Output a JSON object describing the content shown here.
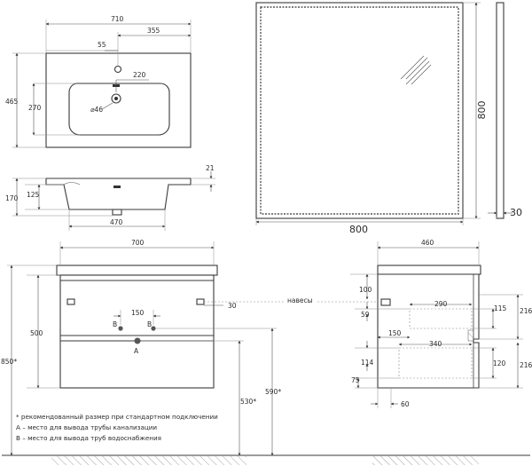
{
  "basin_top": {
    "overall_width": "710",
    "tap_offset": "55",
    "bowl_width": "355",
    "depth": "465",
    "bowl_depth": "270",
    "drain_offset": "220",
    "drain_diameter": "⌀46"
  },
  "basin_side": {
    "rim": "21",
    "height": "170",
    "bowl_height": "125",
    "bowl_length": "470"
  },
  "mirror": {
    "width": "800",
    "height": "800",
    "thickness": "30"
  },
  "cabinet_front": {
    "width": "700",
    "spacing": "150",
    "hinge_offset": "30",
    "height": "500",
    "total_height": "850*",
    "outlet_height": "530*",
    "supply_height": "590*",
    "hinges_label": "навесы",
    "marker_a": "A",
    "marker_b": "B"
  },
  "cabinet_side": {
    "depth": "460",
    "top_gap": "100",
    "drawer_gap": "59",
    "upper_inner": "290",
    "upper_height": "115",
    "upper_front": "216",
    "cut_depth": "150",
    "lower_inner": "340",
    "lower_gap": "114",
    "lower_height": "120",
    "lower_front": "216",
    "bottom_gap": "75",
    "base_offset": "60"
  },
  "notes": [
    "* рекомендованный размер при стандартном подключении",
    "A – место для вывода трубы канализации",
    "B – место для вывода труб водоснабжения"
  ]
}
